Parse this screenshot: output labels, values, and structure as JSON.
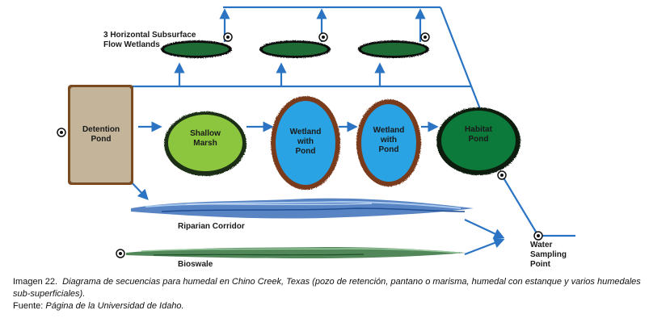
{
  "diagram": {
    "labels": {
      "wetlands_title_line1": "3 Horizontal Subsurface",
      "wetlands_title_line2": "Flow Wetlands",
      "detention_line1": "Detention",
      "detention_line2": "Pond",
      "shallow_line1": "Shallow",
      "shallow_line2": "Marsh",
      "wetland1_line1": "Wetland",
      "wetland1_line2": "with",
      "wetland1_line3": "Pond",
      "wetland2_line1": "Wetland",
      "wetland2_line2": "with",
      "wetland2_line3": "Pond",
      "habitat_line1": "Habitat",
      "habitat_line2": "Pond",
      "riparian": "Riparian Corridor",
      "bioswale": "Bioswale",
      "water_line1": "Water",
      "water_line2": "Sampling",
      "water_line3": "Point"
    },
    "colors": {
      "arrow": "#2b74c4",
      "marsh": "#8cc63f",
      "pond": "#29a3e4",
      "habitat": "#0b7a3b",
      "wetland_dark": "#0e5e2e",
      "detention": "#c4b59a",
      "border_brown": "#7a3b1a"
    }
  },
  "caption": {
    "prefix": "Imagen 22.",
    "text": "Diagrama de secuencias para humedal en Chino Creek, Texas (pozo de retención, pantano o marisma, humedal con estanque y varios humedales sub-superficiales).",
    "source_label": "Fuente",
    "source_text": "Página de la Universidad de Idaho."
  }
}
